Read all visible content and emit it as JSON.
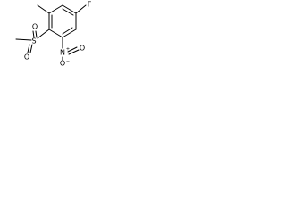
{
  "molecule": {
    "atoms": {
      "fluorine": "F",
      "sulfur": "S",
      "sulfonyl_oxygen_top": "O",
      "sulfonyl_oxygen_bottom": "O",
      "nitro_nitrogen": "N",
      "nitro_oxygen_top": "O",
      "nitro_oxygen_bottom": "O"
    },
    "charges": {
      "nitrogen": "+",
      "oxygen": "−"
    }
  }
}
